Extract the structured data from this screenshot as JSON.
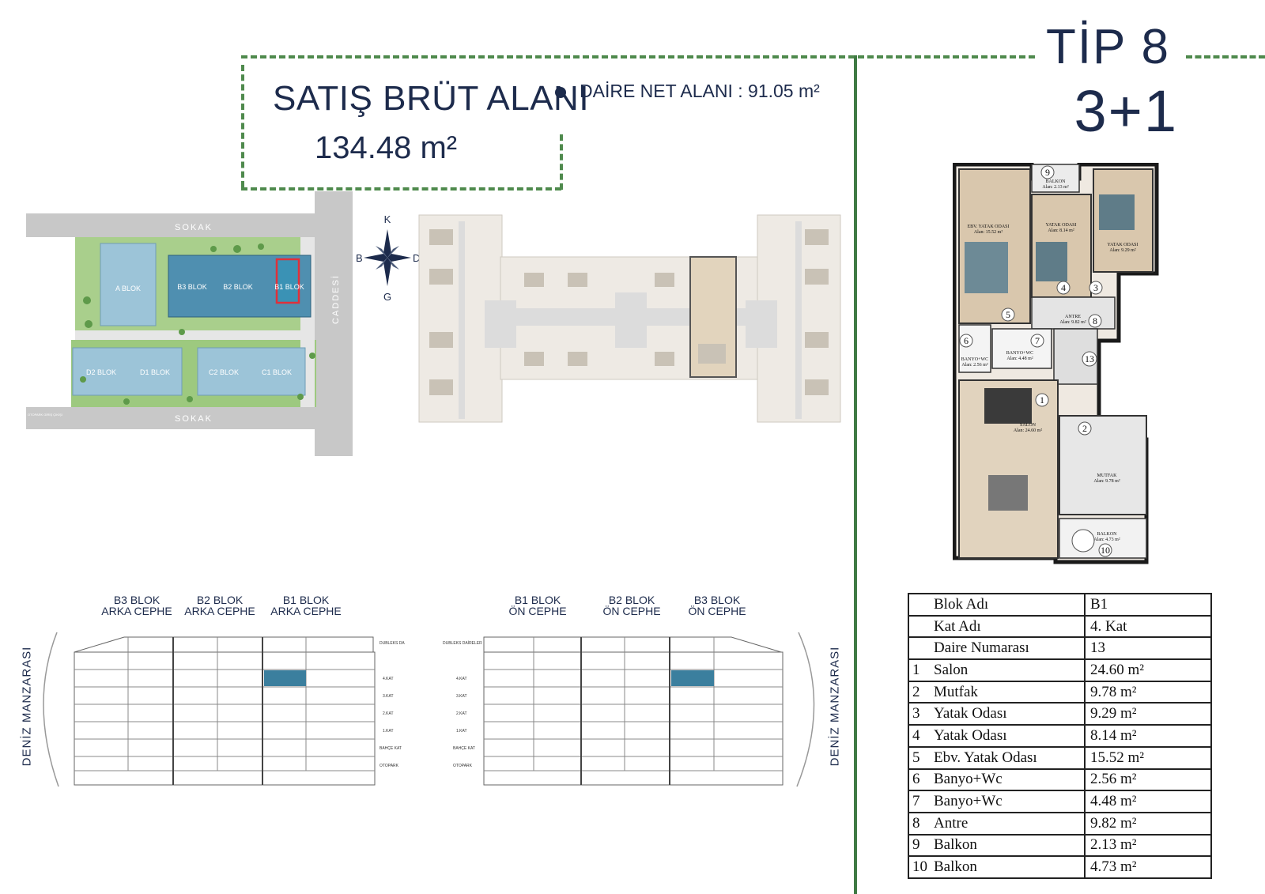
{
  "headline": {
    "sales_title": "SATIŞ BRÜT ALANI",
    "sales_value": "134.48 m²",
    "net_area": "DAİRE NET ALANI : 91.05 m²"
  },
  "unit_type": {
    "label": "TİP 8",
    "rooms": "3+1"
  },
  "site_plan": {
    "street_top": "SOKAK",
    "street_bottom": "SOKAK",
    "avenue": "CADDESİ",
    "parking_note": "OTOPARK GİRİŞ ÇIKIŞI",
    "blocks": [
      "A BLOK",
      "B3 BLOK",
      "B2 BLOK",
      "B1 BLOK",
      "D2 BLOK",
      "D1 BLOK",
      "C2 BLOK",
      "C1 BLOK"
    ],
    "highlight_block": "B1 BLOK",
    "highlight_color": "#e0303a",
    "block_color": "#4f8fb0"
  },
  "compass": {
    "north": "K",
    "south": "G",
    "west": "B",
    "east": "D"
  },
  "apartment_plan": {
    "rooms": [
      {
        "no": "9",
        "name": "BALKON",
        "area": "Alan: 2.13 m²"
      },
      {
        "no": "",
        "name": "EBV. YATAK ODASI",
        "area": "Alan: 15.52 m²"
      },
      {
        "no": "4",
        "name": "YATAK ODASI",
        "area": "Alan: 8.14 m²"
      },
      {
        "no": "3",
        "name": "YATAK ODASI",
        "area": "Alan: 9.29 m²"
      },
      {
        "no": "5",
        "name": "",
        "area": ""
      },
      {
        "no": "8",
        "name": "ANTRE",
        "area": "Alan: 9.82 m²"
      },
      {
        "no": "6",
        "name": "BANYO+WC",
        "area": "Alan: 2.56 m²"
      },
      {
        "no": "7",
        "name": "BANYO+WC",
        "area": "Alan: 4.48 m²"
      },
      {
        "no": "13",
        "name": "",
        "area": ""
      },
      {
        "no": "1",
        "name": "SALON",
        "area": "Alan: 24.60 m²"
      },
      {
        "no": "2",
        "name": "MUTFAK",
        "area": "Alan: 9.78 m²"
      },
      {
        "no": "10",
        "name": "BALKON",
        "area": "Alan: 4.73 m²"
      }
    ]
  },
  "elevations": {
    "rear": {
      "labels": [
        [
          "B3 BLOK",
          "ARKA CEPHE"
        ],
        [
          "B2 BLOK",
          "ARKA CEPHE"
        ],
        [
          "B1 BLOK",
          "ARKA CEPHE"
        ]
      ],
      "side": "DENİZ MANZARASI"
    },
    "front": {
      "labels": [
        [
          "B1 BLOK",
          "ÖN CEPHE"
        ],
        [
          "B2 BLOK",
          "ÖN CEPHE"
        ],
        [
          "B3 BLOK",
          "ÖN CEPHE"
        ]
      ],
      "side": "DENİZ MANZARASI"
    },
    "floor_labels": [
      "DUBLEKS DAİRELER",
      "4.KAT",
      "3.KAT",
      "2.KAT",
      "1.KAT",
      "BAHÇE KAT",
      "OTOPARK"
    ],
    "highlight_color": "#3b7f9e"
  },
  "spec_table": {
    "header_rows": [
      {
        "label": "Blok Adı",
        "value": "B1"
      },
      {
        "label": "Kat Adı",
        "value": "4. Kat"
      },
      {
        "label": "Daire Numarası",
        "value": "13"
      }
    ],
    "rooms": [
      {
        "no": "1",
        "name": "Salon",
        "area": "24.60 m²"
      },
      {
        "no": "2",
        "name": "Mutfak",
        "area": "9.78 m²"
      },
      {
        "no": "3",
        "name": "Yatak Odası",
        "area": "9.29 m²"
      },
      {
        "no": "4",
        "name": "Yatak Odası",
        "area": "8.14 m²"
      },
      {
        "no": "5",
        "name": "Ebv. Yatak Odası",
        "area": "15.52 m²"
      },
      {
        "no": "6",
        "name": "Banyo+Wc",
        "area": "2.56 m²"
      },
      {
        "no": "7",
        "name": "Banyo+Wc",
        "area": "4.48 m²"
      },
      {
        "no": "8",
        "name": "Antre",
        "area": "9.82 m²"
      },
      {
        "no": "9",
        "name": "Balkon",
        "area": "2.13 m²"
      },
      {
        "no": "10",
        "name": "Balkon",
        "area": "4.73 m²"
      }
    ]
  }
}
